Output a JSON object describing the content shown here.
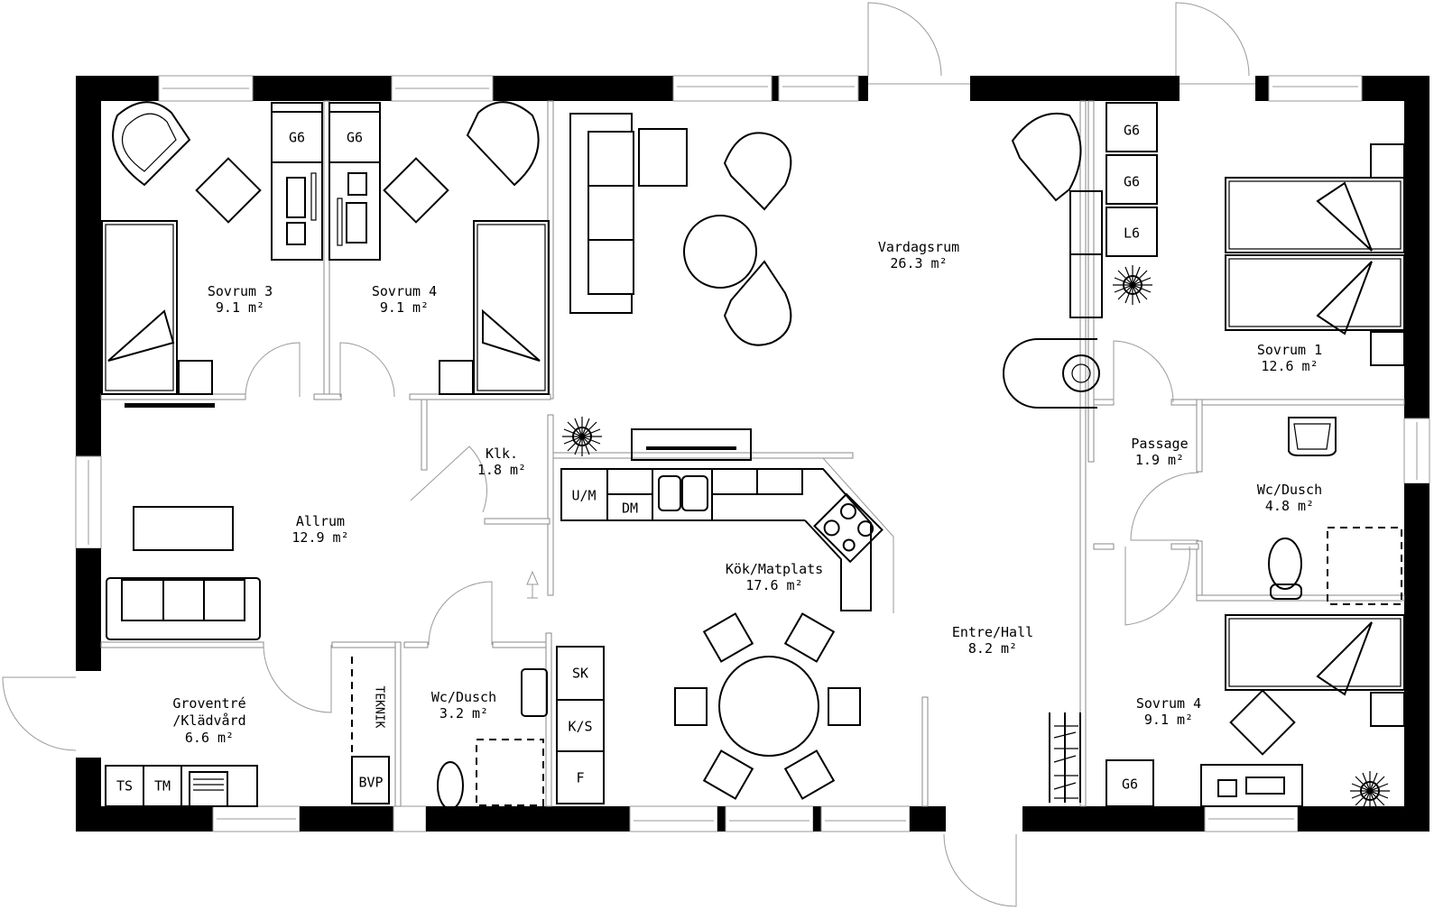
{
  "plan": {
    "type": "floor-plan",
    "area_unit": "m²",
    "rooms": [
      {
        "id": "sovrum3",
        "name": "Sovrum 3",
        "area": "9.1 m²"
      },
      {
        "id": "sovrum4a",
        "name": "Sovrum 4",
        "area": "9.1 m²"
      },
      {
        "id": "vardagsrum",
        "name": "Vardagsrum",
        "area": "26.3 m²"
      },
      {
        "id": "sovrum1",
        "name": "Sovrum 1",
        "area": "12.6 m²"
      },
      {
        "id": "klk",
        "name": "Klk.",
        "area": "1.8 m²"
      },
      {
        "id": "allrum",
        "name": "Allrum",
        "area": "12.9 m²"
      },
      {
        "id": "passage",
        "name": "Passage",
        "area": "1.9 m²"
      },
      {
        "id": "wcdusch1",
        "name": "Wc/Dusch",
        "area": "4.8 m²"
      },
      {
        "id": "kok",
        "name": "Kök/Matplats",
        "area": "17.6 m²"
      },
      {
        "id": "entre",
        "name": "Entre/Hall",
        "area": "8.2 m²"
      },
      {
        "id": "groventre",
        "name": "Groventré",
        "name2": "/Klädvård",
        "area": "6.6 m²"
      },
      {
        "id": "wcdusch2",
        "name": "Wc/Dusch",
        "area": "3.2 m²"
      },
      {
        "id": "sovrum4b",
        "name": "Sovrum 4",
        "area": "9.1 m²"
      }
    ],
    "fixtures": {
      "g6_s3": "G6",
      "g6_s4": "G6",
      "g6_r1": "G6",
      "g6_r2": "G6",
      "l6": "L6",
      "g6_s4b": "G6",
      "um": "U/M",
      "dm": "DM",
      "sk": "SK",
      "ks": "K/S",
      "f": "F",
      "ts": "TS",
      "tm": "TM",
      "bvp": "BVP",
      "teknik": "TEKNIK"
    }
  }
}
